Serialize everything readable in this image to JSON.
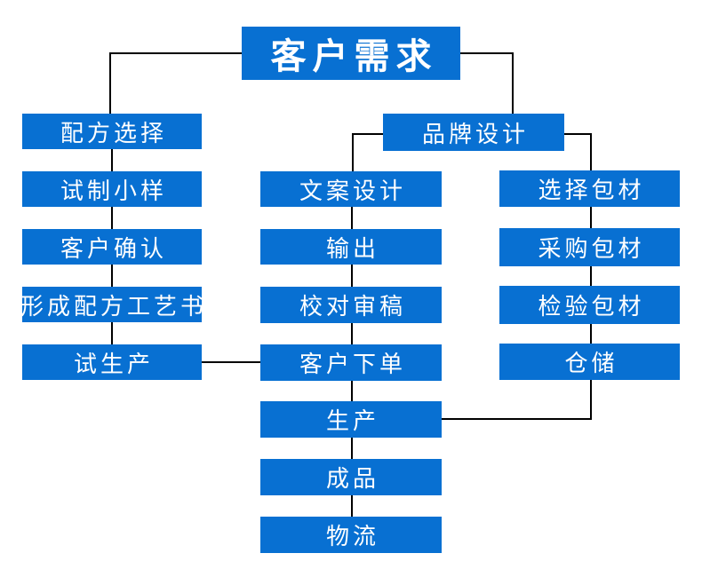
{
  "diagram": {
    "type": "flowchart",
    "background": "#FFFFFF",
    "box_color": "#0870D2",
    "text_color": "#FFFFFF",
    "connector_color": "#000000",
    "nodes": [
      {
        "id": "customer-demand",
        "label": "客户需求"
      },
      {
        "id": "formula-selection",
        "label": "配方选择"
      },
      {
        "id": "trial-sample",
        "label": "试制小样"
      },
      {
        "id": "customer-confirm",
        "label": "客户确认"
      },
      {
        "id": "formula-process-book",
        "label": "形成配方工艺书"
      },
      {
        "id": "trial-production",
        "label": "试生产"
      },
      {
        "id": "brand-design",
        "label": "品牌设计"
      },
      {
        "id": "copy-design",
        "label": "文案设计"
      },
      {
        "id": "output",
        "label": "输出"
      },
      {
        "id": "proofreading",
        "label": "校对审稿"
      },
      {
        "id": "customer-order",
        "label": "客户下单"
      },
      {
        "id": "production",
        "label": "生产"
      },
      {
        "id": "finished-product",
        "label": "成品"
      },
      {
        "id": "logistics",
        "label": "物流"
      },
      {
        "id": "select-packaging",
        "label": "选择包材"
      },
      {
        "id": "purchase-packaging",
        "label": "采购包材"
      },
      {
        "id": "inspect-packaging",
        "label": "检验包材"
      },
      {
        "id": "warehousing",
        "label": "仓储"
      }
    ],
    "edges": [
      {
        "from": "customer-demand",
        "to": "formula-selection"
      },
      {
        "from": "customer-demand",
        "to": "brand-design"
      },
      {
        "from": "formula-selection",
        "to": "trial-sample"
      },
      {
        "from": "trial-sample",
        "to": "customer-confirm"
      },
      {
        "from": "customer-confirm",
        "to": "formula-process-book"
      },
      {
        "from": "formula-process-book",
        "to": "trial-production"
      },
      {
        "from": "trial-production",
        "to": "customer-order"
      },
      {
        "from": "brand-design",
        "to": "copy-design"
      },
      {
        "from": "brand-design",
        "to": "select-packaging"
      },
      {
        "from": "copy-design",
        "to": "output"
      },
      {
        "from": "output",
        "to": "proofreading"
      },
      {
        "from": "proofreading",
        "to": "customer-order"
      },
      {
        "from": "customer-order",
        "to": "production"
      },
      {
        "from": "production",
        "to": "finished-product"
      },
      {
        "from": "finished-product",
        "to": "logistics"
      },
      {
        "from": "select-packaging",
        "to": "purchase-packaging"
      },
      {
        "from": "purchase-packaging",
        "to": "inspect-packaging"
      },
      {
        "from": "inspect-packaging",
        "to": "warehousing"
      },
      {
        "from": "warehousing",
        "to": "production"
      }
    ]
  }
}
